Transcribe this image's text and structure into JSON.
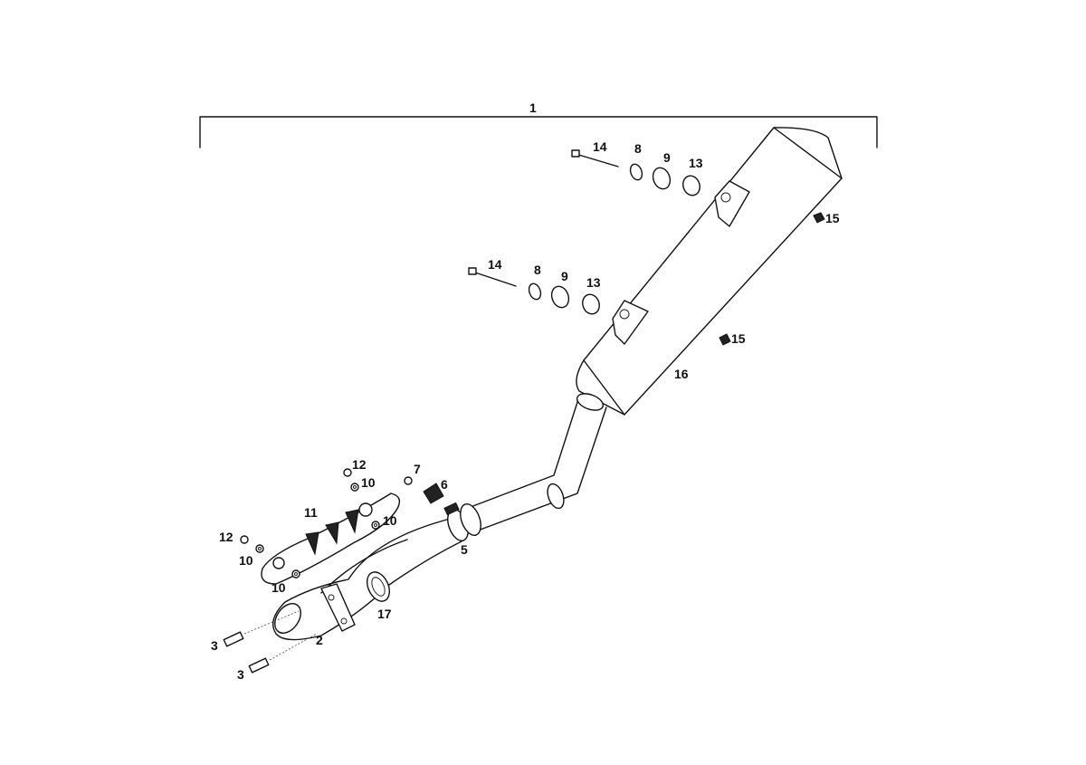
{
  "callouts": {
    "assembly": "1",
    "header_pipe": "2",
    "bolt_a": "3",
    "bolt_b": "3",
    "clamp": "5",
    "clip": "6",
    "screw": "7",
    "washer_top": "8",
    "washer_mid": "8",
    "grommet_top": "9",
    "grommet_mid": "9",
    "washer_shield_a": "10",
    "washer_shield_b": "10",
    "washer_shield_c": "10",
    "washer_shield_d": "10",
    "heat_shield": "11",
    "screw_shield_top": "12",
    "screw_shield_left": "12",
    "spacer_top": "13",
    "spacer_mid": "13",
    "bolt_long_top": "14",
    "bolt_long_mid": "14",
    "nut_top": "15",
    "nut_mid": "15",
    "silencer": "16",
    "gasket": "17"
  }
}
